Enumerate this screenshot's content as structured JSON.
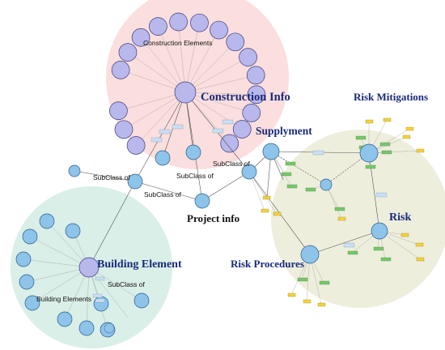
{
  "diagram": {
    "regions": {
      "construction_info": "Construction Info",
      "building_element": "Building Element",
      "supplyment": "Supplyment",
      "risk_mitigations": "Risk Mitigations",
      "risk": "Risk",
      "risk_procedures": "Risk Procedures",
      "project_info": "Project info"
    },
    "labels": {
      "construction_elements": "Construction Elements",
      "building_elements": "Building Elements",
      "subclass_1": "SubClass of",
      "subclass_2": "SubClass of",
      "subclass_3": "SubClass of",
      "subclass_4": "SubClass of",
      "subclass_5": "SubClass of"
    },
    "colors": {
      "construction_bg": "#fbdede",
      "building_bg": "#d9efe8",
      "risk_bg": "#eeeedd",
      "node_fill": "#8ec3ea",
      "node_ring_fill": "#b8b8ec",
      "region_title": "#1a2a7a",
      "tag_green": "#76c96a",
      "tag_yellow": "#f3d43a"
    }
  }
}
